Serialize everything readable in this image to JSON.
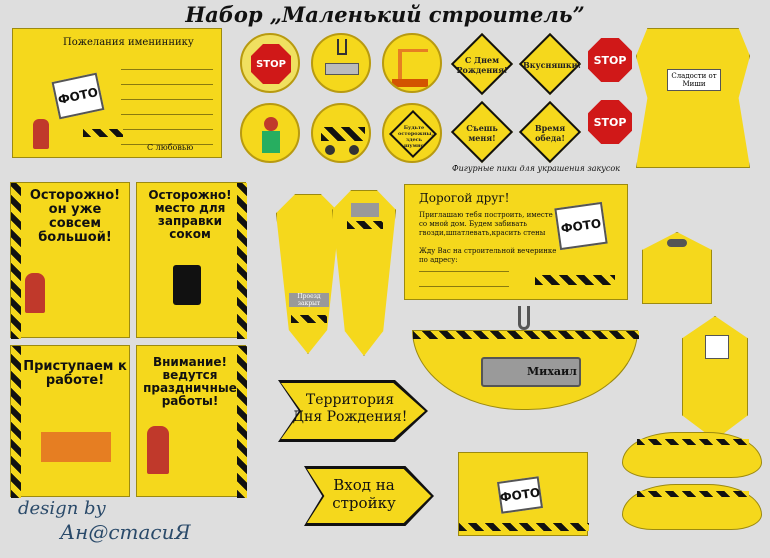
{
  "title": "Набор „Маленький строитель”",
  "wish_card": {
    "heading": "Пожелания имениннику",
    "photo": "ФОТО",
    "signature": "С любовью"
  },
  "stop_label": "STOP",
  "diamonds": [
    {
      "text": "С Днем Рождения!"
    },
    {
      "text": "Вкусняшки!"
    },
    {
      "text": "Съешь меня!"
    },
    {
      "text": "Время обеда!"
    }
  ],
  "circle_sign": "Будьте осторожны, здесь шумно",
  "caption_picks": "Фигурные пики для украшения закусок",
  "candy_label": "Сладости от Миши",
  "posters": [
    {
      "text": "Осторожно! он уже совсем большой!"
    },
    {
      "text": "Осторожно! место для заправки соком"
    },
    {
      "text": "Приступаем к работе!"
    },
    {
      "text": "Внимание! ведутся праздничные работы!"
    }
  ],
  "tie_label": "Проезд закрыт",
  "invite": {
    "heading": "Дорогой друг!",
    "body": "Приглашаю тебя построить, иместе со мной дом. Будем забивать гвозди,шпатлевать,красить стены",
    "body2": "Жду Вас на строительной вечеринке по адресу:",
    "photo": "ФОТО"
  },
  "hat_name": "Михаил",
  "arrows": [
    {
      "text": "Территория Дня Рождения!"
    },
    {
      "text": "Вход на стройку"
    }
  ],
  "bottom_photo": "ФОТО",
  "credit_line1": "design by",
  "credit_line2": "Ан@стасиЯ",
  "colors": {
    "yellow": "#f5d81c",
    "stop_red": "#d01818",
    "black": "#111111"
  }
}
